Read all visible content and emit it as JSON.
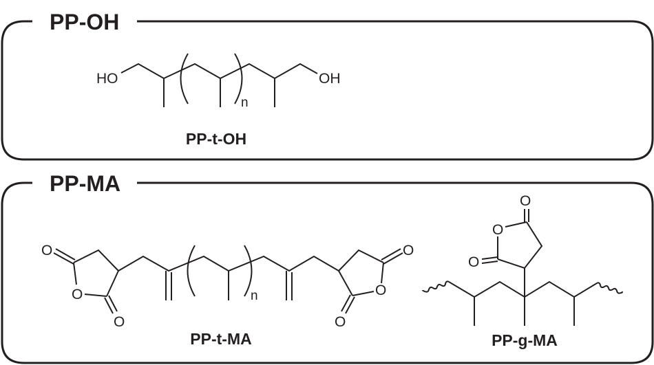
{
  "panels": [
    {
      "title": "PP-OH",
      "structures": [
        {
          "label": "PP-t-OH",
          "atoms": {
            "left_end": "HO",
            "right_end": "OH"
          },
          "repeat_subscript": "n"
        }
      ]
    },
    {
      "title": "PP-MA",
      "structures": [
        {
          "label": "PP-t-MA",
          "atoms": {
            "left_ring_top_O": "O",
            "left_ring_O": "O",
            "left_ring_bottom_O": "O",
            "right_ring_top_O": "O",
            "right_ring_O": "O",
            "right_ring_bottom_O": "O"
          },
          "repeat_subscript": "n"
        },
        {
          "label": "PP-g-MA",
          "atoms": {
            "ring_top_O": "O",
            "ring_O": "O",
            "ring_left_O": "O"
          }
        }
      ]
    }
  ],
  "colors": {
    "ink": "#231f20",
    "background": "#ffffff"
  }
}
